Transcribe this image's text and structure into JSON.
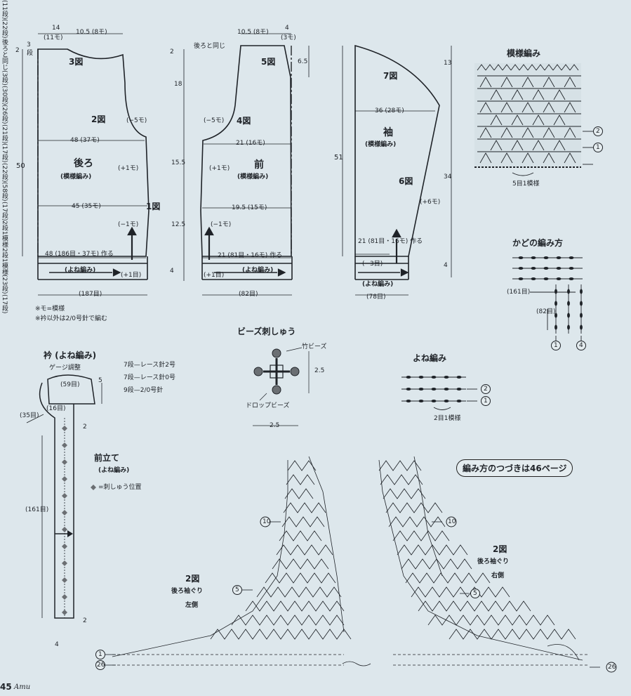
{
  "back": {
    "title_part": "後ろ",
    "pattern": "(模様編み)",
    "fig_top": "3図",
    "fig_mid": "2図",
    "fig_low": "1図",
    "sh_width": "14",
    "sh_stitch": "(11モ)",
    "neck_w": "10.5 (8モ)",
    "top_rows_a": "2",
    "top_rows_b": "3",
    "top_rows_c": "段",
    "height": "50",
    "w48": "48 (37モ)",
    "w45": "45 (35モ)",
    "minus5": "(−5モ)",
    "plus1": "(+1モ)",
    "minus1": "(−1モ)",
    "bottom_w": "48 (186目・37モ) 作る",
    "rib": "(よね編み)",
    "plus1b": "(+1目)",
    "bottom_st": "(187目)"
  },
  "front": {
    "title_part": "前",
    "pattern": "(模様編み)",
    "fig_top": "5図",
    "fig_mid": "4図",
    "same_as_back": "後ろと同じ",
    "same_as_back_v": "後ろと同じ",
    "neck_w": "10.5 (8モ)",
    "sh_w": "4",
    "sh_st": "(3モ)",
    "r_top": "6.5",
    "r_top_rows": "(11段)",
    "r_top2": "(22段)",
    "w21": "21 (16モ)",
    "w195": "19.5 (15モ)",
    "minus5": "(−5モ)",
    "plus1": "(+1モ)",
    "minus1": "(−1モ)",
    "bottom_w": "21 (81目・16モ) 作る",
    "rib": "(よね編み)",
    "plus1b": "(+1目)",
    "bottom_st": "(82目)",
    "col_2": "2",
    "col_3rows": "(3段)",
    "col_18": "18",
    "col_30": "(30段)",
    "col_155": "15.5",
    "col_26": "(26段)",
    "col_125": "12.5",
    "col_21": "(21段)",
    "col_4": "4",
    "col_17": "(17段)"
  },
  "sleeve": {
    "title_part": "袖",
    "pattern": "(模様編み)",
    "fig_top": "7図",
    "fig_mid": "6図",
    "height": "51",
    "w36": "36 (28モ)",
    "plus6": "(+6モ)",
    "start": "21 (81目・16モ) 作る",
    "minus3": "(−3目)",
    "rib": "(よね編み)",
    "bottom_st": "(78目)",
    "r13": "13",
    "r22": "(22段)",
    "r34": "34",
    "r58": "(58段)",
    "r4": "4",
    "r17": "(17段)"
  },
  "legend": {
    "mo": "※モ=模様",
    "needle": "※衿以外は2/0号針で編む"
  },
  "pattern_chart": {
    "title": "模様編み",
    "rows_label": "2段1模様",
    "stitch_label": "5目1模様",
    "m1": "1",
    "m2": "2"
  },
  "corner": {
    "title": "かどの編み方",
    "st161": "(161目)",
    "st82": "(82目)",
    "m1": "1",
    "m4": "4"
  },
  "yone": {
    "title": "よね編み",
    "rows_label": "2段1模様",
    "stitch_label": "2目1模様",
    "m1": "1",
    "m2": "2"
  },
  "beads": {
    "title": "ビーズ刺しゅう",
    "bamboo": "竹ビーズ",
    "drop": "ドロップビーズ",
    "h": "2.5",
    "w": "2.5"
  },
  "collar": {
    "title": "衿 (よね編み)",
    "gauge": "ゲージ調整",
    "rows": "5",
    "rows_23": "(23段)",
    "n1": "7段—レース針2号",
    "n2": "7段—レース針0号",
    "n3": "9段—2/0号針",
    "st59": "(59目)",
    "st16": "(16目)",
    "st35": "(35目)"
  },
  "placket": {
    "title": "前立て",
    "pattern": "(よね編み)",
    "legend": "=刺しゅう位置",
    "st161": "(161目)",
    "mark_top": "2",
    "mark_bot": "2",
    "rows4": "4",
    "rows17": "(17段)"
  },
  "continued": "編み方のつづきは46ページ",
  "fig2_left": {
    "title": "2図",
    "line1": "後ろ袖ぐり",
    "line2": "左側",
    "m10": "10",
    "m5": "5",
    "m1": "1",
    "m26": "26"
  },
  "fig2_right": {
    "title": "2図",
    "line1": "後ろ袖ぐり",
    "line2": "右側",
    "m10": "10",
    "m5": "5",
    "m26": "26"
  },
  "page": {
    "number": "45",
    "magazine": "Amu"
  },
  "colors": {
    "bg": "#dde7ec",
    "ink": "#1f2328",
    "bead": "#6b6f73"
  }
}
